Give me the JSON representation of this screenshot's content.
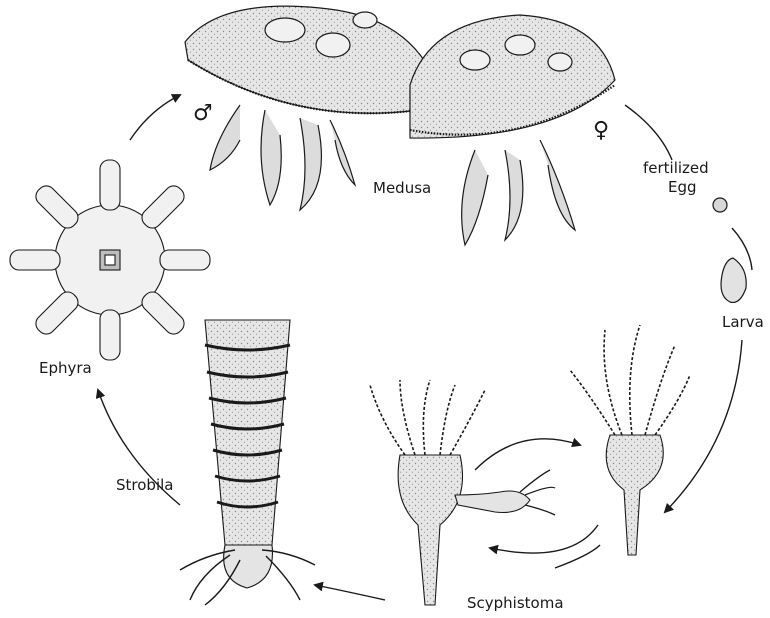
{
  "labels": {
    "medusa": "Medusa",
    "male_symbol": "♂",
    "female_symbol": "♀",
    "egg_line1": "fertilized",
    "egg_line2": "Egg",
    "larva": "Larva",
    "scyphistoma": "Scyphistoma",
    "strobila": "Strobila",
    "ephyra": "Ephyra"
  },
  "colors": {
    "ink": "#1a1a1a",
    "body_fill": "#e4e4e4",
    "light_fill": "#f1f1f1",
    "shadow_fill": "#bdbdbd",
    "background": "#ffffff"
  }
}
